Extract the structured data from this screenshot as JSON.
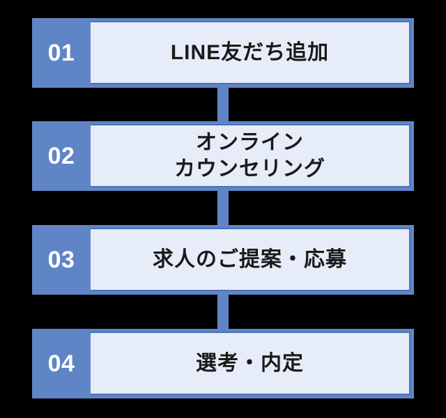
{
  "diagram": {
    "type": "vertical-step-flow",
    "step_count": 4,
    "steps": [
      {
        "number": "01",
        "label": "LINE友だち追加"
      },
      {
        "number": "02",
        "label": "オンライン\nカウンセリング"
      },
      {
        "number": "03",
        "label": "求人のご提案・応募"
      },
      {
        "number": "04",
        "label": "選考・内定"
      }
    ]
  },
  "colors": {
    "bg": "#000000",
    "panel_blue": "#5f85c6",
    "border_blue": "#4a71b8",
    "light_fill": "#e7edf8",
    "connector_blue": "#5f85c6",
    "number_text": "#ffffff",
    "label_text": "#1a1a1a"
  }
}
